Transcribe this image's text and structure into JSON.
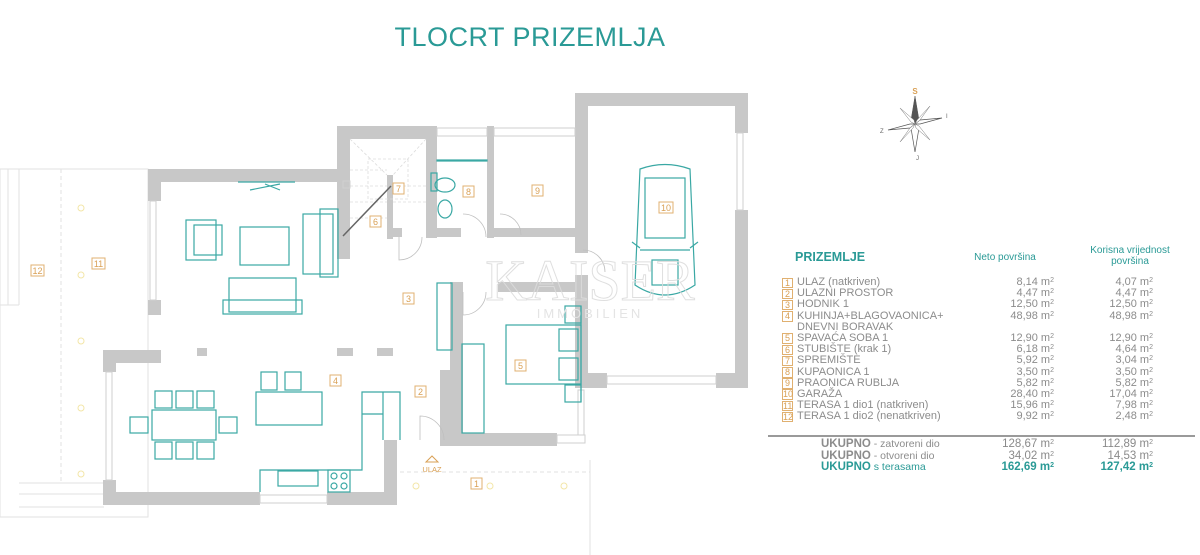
{
  "title": "TLOCRT PRIZEMLJA",
  "colors": {
    "accent": "#2a9a96",
    "label": "#d9a055",
    "wall": "#c8c8c8",
    "text": "#8c8c8c",
    "furniture": "#3aa8a4"
  },
  "compass": {
    "north_label": "S",
    "east_label": "I",
    "south_label": "J",
    "west_label": "Z"
  },
  "plan": {
    "entrance_label": "ULAZ",
    "watermark_brand": "KAISER",
    "watermark_sub": "IMMOBILIEN",
    "room_tags": [
      "1",
      "2",
      "3",
      "4",
      "5",
      "6",
      "7",
      "8",
      "9",
      "10",
      "11",
      "12"
    ]
  },
  "legend": {
    "title": "PRIZEMLJE",
    "col_net": "Neto površina",
    "col_useful_1": "Korisna vrijednost",
    "col_useful_2": "površina",
    "rows": [
      {
        "num": "1",
        "name": "ULAZ (natkriven)",
        "net": "8,14 m",
        "useful": "4,07 m"
      },
      {
        "num": "2",
        "name": "ULAZNI PROSTOR",
        "net": "4,47 m",
        "useful": "4,47 m"
      },
      {
        "num": "3",
        "name": "HODNIK 1",
        "net": "12,50 m",
        "useful": "12,50 m"
      },
      {
        "num": "4",
        "name": "KUHINJA+BLAGOVAONICA+",
        "name2": "DNEVNI BORAVAK",
        "net": "48,98 m",
        "useful": "48,98 m"
      },
      {
        "num": "5",
        "name": "SPAVAĆA SOBA 1",
        "net": "12,90 m",
        "useful": "12,90 m"
      },
      {
        "num": "6",
        "name": "STUBIŠTE  (krak 1)",
        "net": "6,18 m",
        "useful": "4,64 m"
      },
      {
        "num": "7",
        "name": "SPREMIŠTE",
        "net": "5,92 m",
        "useful": "3,04 m"
      },
      {
        "num": "8",
        "name": "KUPAONICA 1",
        "net": "3,50 m",
        "useful": "3,50 m"
      },
      {
        "num": "9",
        "name": "PRAONICA RUBLJA",
        "net": "5,82 m",
        "useful": "5,82 m"
      },
      {
        "num": "10",
        "name": "GARAŽA",
        "net": "28,40 m",
        "useful": "17,04 m"
      },
      {
        "num": "11",
        "name": "TERASA 1 dio1 (natkriven)",
        "net": "15,96 m",
        "useful": "7,98 m"
      },
      {
        "num": "12",
        "name": "TERASA 1 dio2 (nenatkriven)",
        "net": "9,92 m",
        "useful": "2,48 m"
      }
    ],
    "unit_sup": "2",
    "totals": [
      {
        "key": "UKUPNO",
        "suffix": " - zatvoreni dio",
        "net": "128,67 m",
        "useful": "112,89 m"
      },
      {
        "key": "UKUPNO",
        "suffix": " - otvoreni dio",
        "net": "34,02 m",
        "useful": "14,53 m"
      },
      {
        "key": "UKUPNO",
        "suffix": " s terasama",
        "net": "162,69 m",
        "useful": "127,42 m"
      }
    ]
  }
}
